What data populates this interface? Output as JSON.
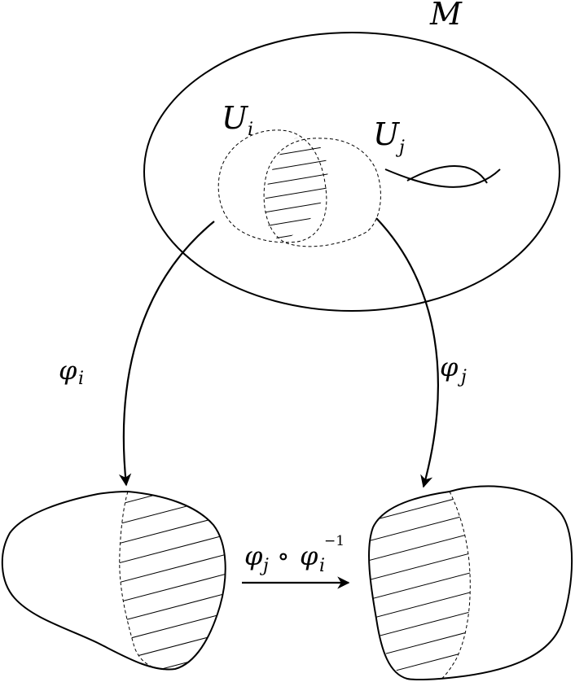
{
  "labels": {
    "manifold": "M",
    "chart_i_main": "U",
    "chart_i_sub": "i",
    "chart_j_main": "U",
    "chart_j_sub": "j",
    "map_i_main": "φ",
    "map_i_sub": "i",
    "map_j_main": "φ",
    "map_j_sub": "j",
    "transition": {
      "phi1": "φ",
      "sub1": "j",
      "compose": "∘",
      "phi2": "φ",
      "sub2": "i",
      "sup": "−1"
    }
  },
  "colors": {
    "stroke": "#000000",
    "background": "#ffffff"
  }
}
